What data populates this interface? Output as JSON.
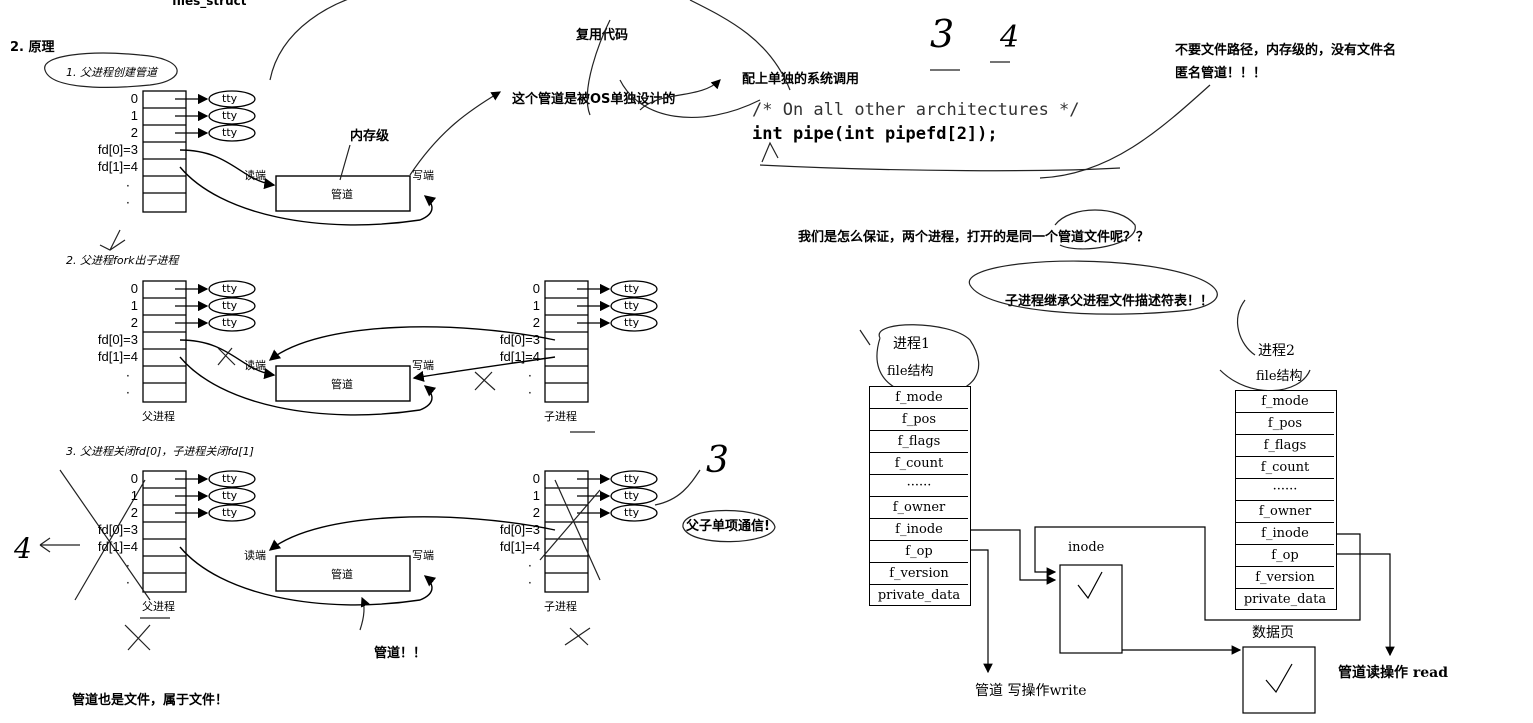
{
  "top": {
    "files_struct": "files_struct",
    "section_title": "2. 原理",
    "reuse_code": "复用代码",
    "pipe_os_design": "这个管道是被OS单独设计的",
    "syscall_note": "配上单独的系统调用",
    "no_path_line1": "不要文件路径，内存级的，没有文件名",
    "no_path_line2": "匿名管道！！！",
    "code_comment": "/* On all other architectures */",
    "code_line": "int pipe(int pipefd[2]);",
    "hand_3": "3",
    "hand_4": "4",
    "question": "我们是怎么保证，两个进程，打开的是同一个管道文件呢？？",
    "answer": "子进程继承父进程文件描述符表！！",
    "pipe_is_file": "管道也是文件，属于文件！",
    "pipe_exclaim": "管道！！",
    "one_way": "父子单项通信!",
    "mem_level": "内存级",
    "hand_4_left": "4",
    "hand_3_right": "3"
  },
  "steps": [
    {
      "label": "1. 父进程创建管道"
    },
    {
      "label": "2. 父进程fork出子进程"
    },
    {
      "label": "3. 父进程关闭fd[0]，子进程关闭fd[1]"
    }
  ],
  "fd_table": {
    "rows": [
      "0",
      "1",
      "2",
      "fd[0]=3",
      "fd[1]=4",
      "·",
      "·"
    ],
    "tty": "tty",
    "pipe": "管道",
    "read_end": "读端",
    "write_end": "写端",
    "parent": "父进程",
    "child": "子进程"
  },
  "file_struct": {
    "proc1": "进程1",
    "proc2": "进程2",
    "file_struct_label": "file结构",
    "fields": [
      "f_mode",
      "f_pos",
      "f_flags",
      "f_count",
      "······",
      "f_owner",
      "f_inode",
      "f_op",
      "f_version",
      "private_data"
    ],
    "inode": "inode",
    "data_page": "数据页",
    "write_op": "管道 写操作write",
    "read_op": "管道读操作 read"
  }
}
